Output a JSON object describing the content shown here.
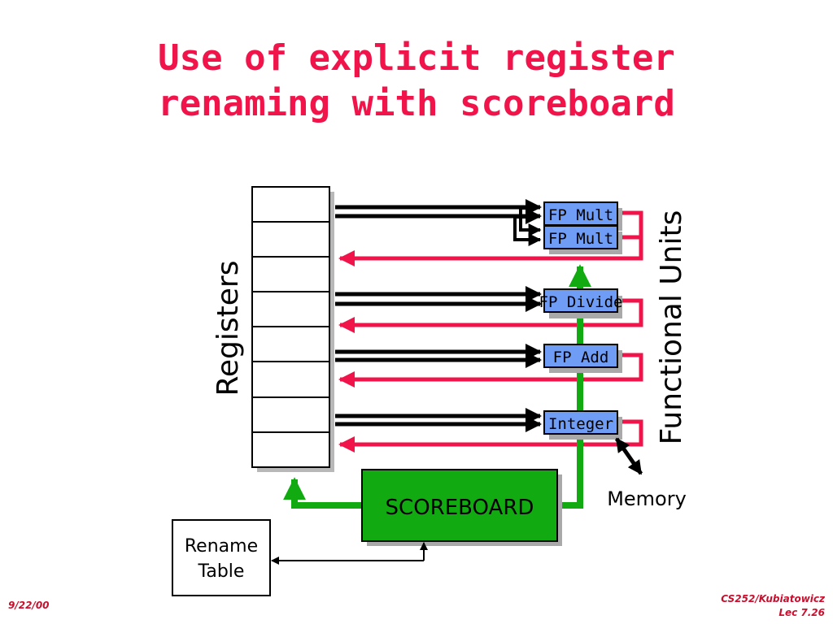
{
  "slide": {
    "title_line1": "Use of explicit register",
    "title_line2": "renaming with scoreboard"
  },
  "diagram": {
    "registers_label": "Registers",
    "functional_units_label": "Functional Units",
    "units": [
      "FP Mult",
      "FP Mult",
      "FP Divide",
      "FP Add",
      "Integer"
    ],
    "scoreboard_label": "SCOREBOARD",
    "memory_label": "Memory",
    "rename_table_line1": "Rename",
    "rename_table_line2": "Table",
    "colors": {
      "data_bus": "#000000",
      "result_bus": "#f0144a",
      "control": "#11aa11",
      "unit_fill": "#6f9cf4",
      "scoreboard_fill": "#11aa11"
    }
  },
  "footer": {
    "date": "9/22/00",
    "course": "CS252/Kubiatowicz",
    "lecture": "Lec 7.26"
  }
}
